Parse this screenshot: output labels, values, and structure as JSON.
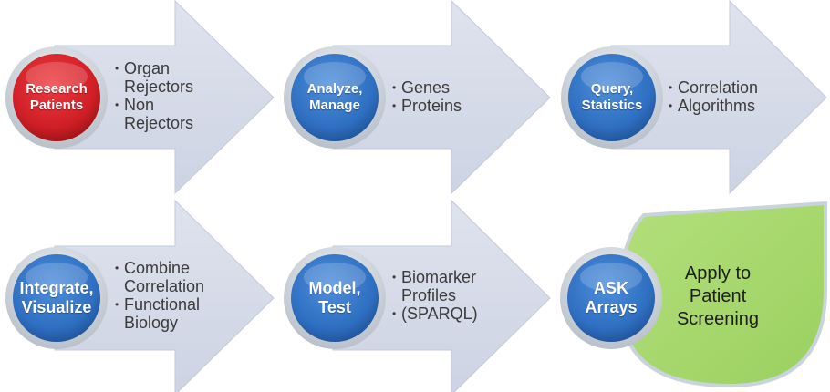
{
  "colors": {
    "arrow_fill": "#d6dbe9",
    "arrow_edge": "#c3cadc",
    "circle_blue": "#2f6fc1",
    "circle_red": "#cf1f26",
    "ring": "#c9cfd6",
    "final_green": "#a6d86b"
  },
  "steps": [
    {
      "label_lines": [
        "Research",
        "Patients"
      ],
      "color": "red",
      "bullets": [
        "Organ Rejectors",
        "Non Rejectors"
      ]
    },
    {
      "label_lines": [
        "Analyze,",
        "Manage"
      ],
      "color": "blue",
      "bullets": [
        "Genes",
        "Proteins"
      ]
    },
    {
      "label_lines": [
        "Query,",
        "Statistics"
      ],
      "color": "blue",
      "bullets": [
        "Correlation",
        "Algorithms"
      ]
    },
    {
      "label_lines": [
        "Integrate,",
        "Visualize"
      ],
      "color": "blue",
      "bullets": [
        "Combine Correlation",
        "Functional Biology"
      ]
    },
    {
      "label_lines": [
        "Model,",
        "Test"
      ],
      "color": "blue",
      "bullets": [
        "Biomarker Profiles",
        "(SPARQL)"
      ]
    },
    {
      "label_lines": [
        "ASK",
        "Arrays"
      ],
      "color": "blue",
      "bullets": []
    }
  ],
  "final": {
    "text_lines": [
      "Apply to",
      "Patient",
      "Screening"
    ]
  }
}
